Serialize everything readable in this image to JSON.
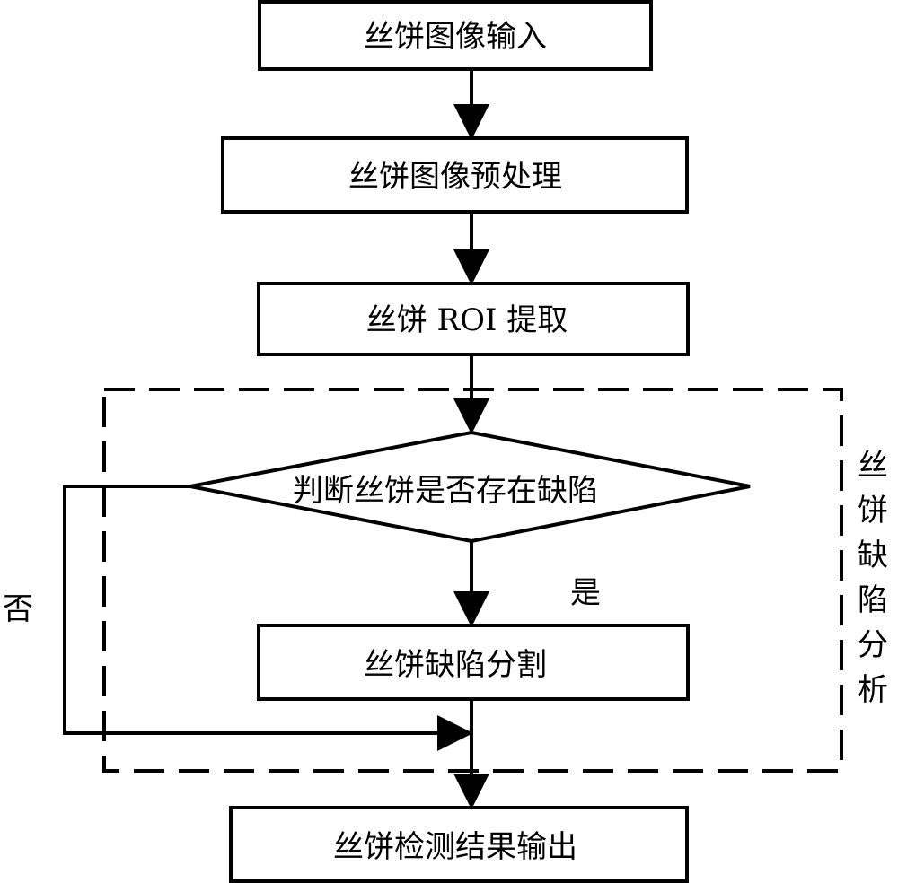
{
  "diagram": {
    "type": "flowchart",
    "colors": {
      "stroke": "#000000",
      "background": "#ffffff",
      "fill": "#ffffff"
    },
    "nodes": [
      {
        "id": "input",
        "shape": "rect",
        "label": "丝饼图像输入"
      },
      {
        "id": "preprocess",
        "shape": "rect",
        "label": "丝饼图像预处理"
      },
      {
        "id": "roi",
        "shape": "rect",
        "label": "丝饼 ROI 提取"
      },
      {
        "id": "decision",
        "shape": "diamond",
        "label": "判断丝饼是否存在缺陷"
      },
      {
        "id": "segment",
        "shape": "rect",
        "label": "丝饼缺陷分割"
      },
      {
        "id": "output",
        "shape": "rect",
        "label": "丝饼检测结果输出"
      }
    ],
    "edges": [
      {
        "from": "input",
        "to": "preprocess",
        "label": ""
      },
      {
        "from": "preprocess",
        "to": "roi",
        "label": ""
      },
      {
        "from": "roi",
        "to": "decision",
        "label": ""
      },
      {
        "from": "decision",
        "to": "segment",
        "label": "是"
      },
      {
        "from": "decision",
        "to": "output",
        "label": "否"
      },
      {
        "from": "segment",
        "to": "output",
        "label": ""
      }
    ],
    "group": {
      "style": "dashed",
      "label": "丝饼缺陷分析",
      "label_chars": [
        "丝",
        "饼",
        "缺",
        "陷",
        "分",
        "析"
      ],
      "contains": [
        "decision",
        "segment"
      ]
    },
    "edge_labels": {
      "yes": "是",
      "no": "否"
    }
  }
}
